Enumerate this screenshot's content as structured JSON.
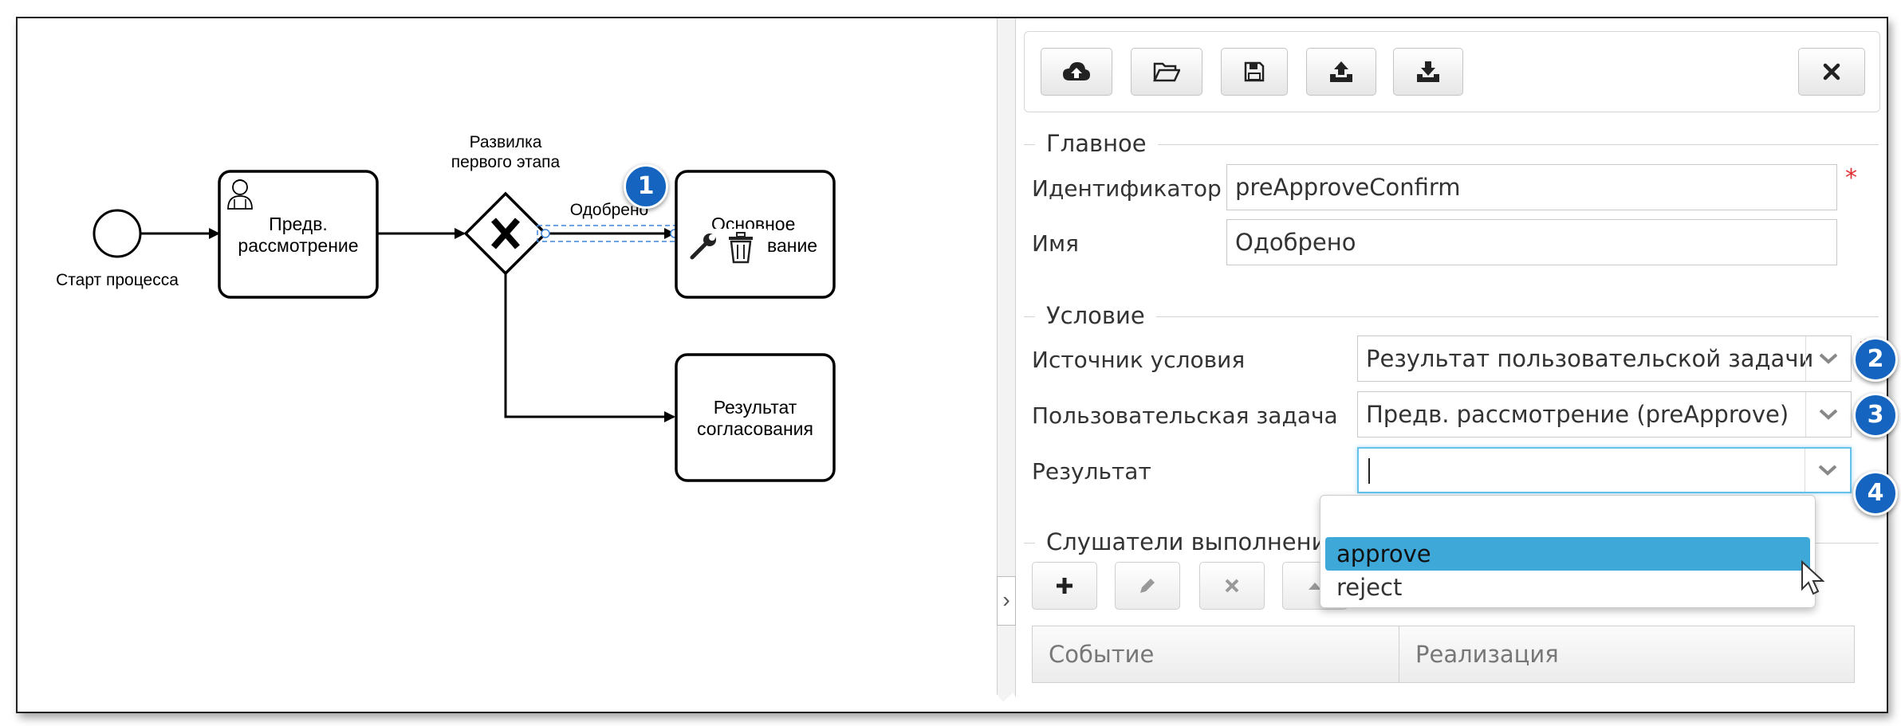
{
  "diagram": {
    "start_label": "Старт процесса",
    "task1_line1": "Предв.",
    "task1_line2": "рассмотрение",
    "gateway_label_line1": "Развилка",
    "gateway_label_line2": "первого этапа",
    "flow_label": "Одобрено",
    "task2_left": "Основное",
    "task2_right": "вание",
    "task3_line1": "Результат",
    "task3_line2": "согласования"
  },
  "toolbar": {
    "icons": [
      "cloud-upload-icon",
      "folder-open-icon",
      "save-icon",
      "upload-icon",
      "download-icon"
    ],
    "close_icon": "close-icon"
  },
  "main_section": {
    "title": "Главное",
    "id_label": "Идентификатор",
    "id_value": "preApproveConfirm",
    "name_label": "Имя",
    "name_value": "Одобрено"
  },
  "condition_section": {
    "title": "Условие",
    "source_label": "Источник условия",
    "source_value": "Результат пользовательской задачи",
    "task_label": "Пользовательская задача",
    "task_value": "Предв. рассмотрение (preApprove)",
    "result_label": "Результат",
    "result_value": "",
    "result_options": [
      "",
      "approve",
      "reject"
    ],
    "highlighted_option": "approve"
  },
  "listeners_section": {
    "title": "Слушатели выполнения",
    "columns": [
      "Событие",
      "Реализация"
    ]
  },
  "badges": [
    "1",
    "2",
    "3",
    "4"
  ],
  "colors": {
    "badge": "#1565c0",
    "highlight": "#3ea8d8",
    "required": "#e03030",
    "focus": "#66c2ea"
  }
}
